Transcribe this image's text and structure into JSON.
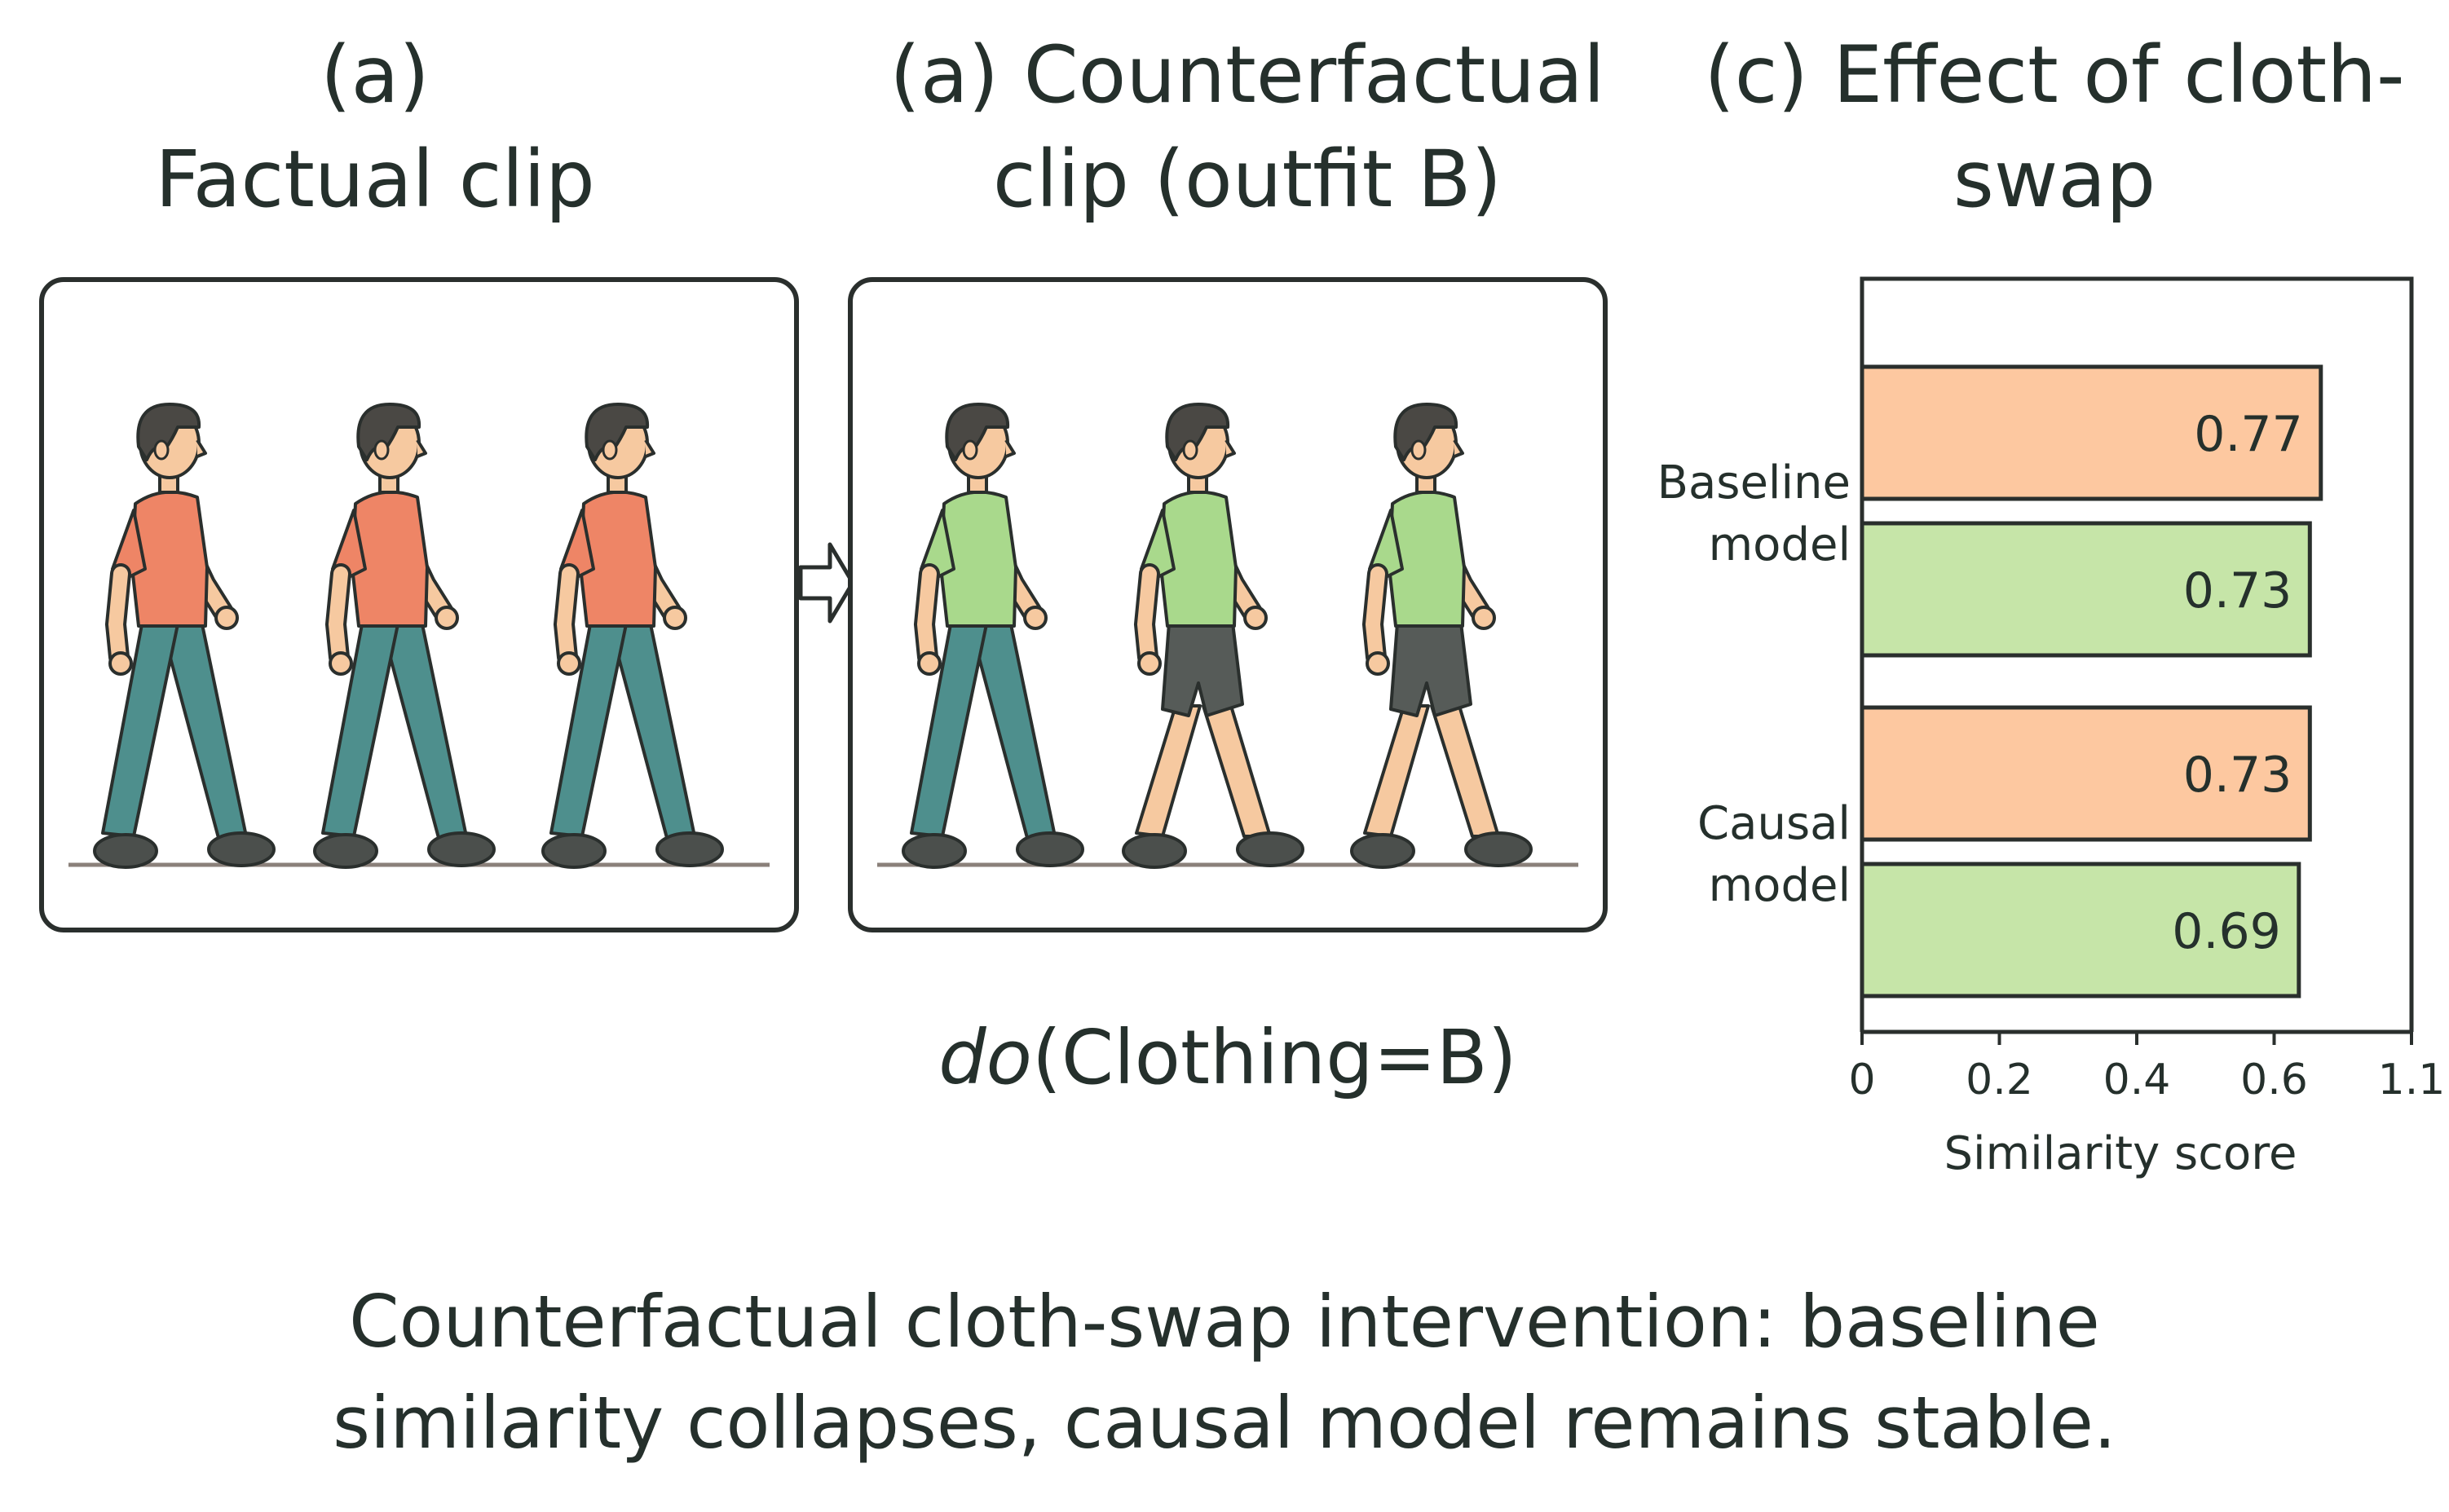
{
  "titles": {
    "factual_line1": "(a)",
    "factual_line2": "Factual clip",
    "counterfactual_line1": "(a) Counterfactual",
    "counterfactual_line2": "clip (outfit B)",
    "chart_line1": "(c) Effect of cloth-",
    "chart_line2": "swap"
  },
  "intervention": {
    "operator": "do",
    "expression": "(Clothing=B)"
  },
  "figures": {
    "factual": [
      {
        "shirt": "#ee8566",
        "bottom": "pants",
        "bottom_color": "#4e8f8d"
      },
      {
        "shirt": "#ee8566",
        "bottom": "pants",
        "bottom_color": "#4e8f8d"
      },
      {
        "shirt": "#ee8566",
        "bottom": "pants",
        "bottom_color": "#4e8f8d"
      }
    ],
    "counterfactual": [
      {
        "shirt": "#a9d98c",
        "bottom": "pants",
        "bottom_color": "#4e8f8d"
      },
      {
        "shirt": "#a9d98c",
        "bottom": "shorts",
        "bottom_color": "#565b58"
      },
      {
        "shirt": "#a9d98c",
        "bottom": "shorts",
        "bottom_color": "#565b58"
      }
    ]
  },
  "colors": {
    "factual_bar": "#fdc8a0",
    "counterfactual_bar": "#c6e5a8",
    "skin": "#f6c9a0",
    "hair": "#4a4844",
    "shoe": "#4b4f4c",
    "outline": "#2a2f2d",
    "ground": "#8a807a"
  },
  "chart_data": {
    "type": "bar",
    "orientation": "horizontal",
    "categories": [
      "Baseline model",
      "Causal model"
    ],
    "category_lines": [
      [
        "Baseline",
        "model"
      ],
      [
        "Causal",
        "model"
      ]
    ],
    "series": [
      {
        "values": [
          0.77,
          0.73
        ],
        "color": "#fdc8a0"
      },
      {
        "values": [
          0.73,
          0.69
        ],
        "color": "#c6e5a8"
      }
    ],
    "data_labels": [
      [
        "0.77",
        "0.73"
      ],
      [
        "0.73",
        "0.69"
      ]
    ],
    "xticks": [
      "0",
      "0.2",
      "0.4",
      "0.6",
      "1.1"
    ],
    "xlabel": "Similarity score"
  },
  "caption": {
    "line1": "Counterfactual cloth-swap intervention: baseline",
    "line2": "similarity collapses, causal model remains stable."
  }
}
